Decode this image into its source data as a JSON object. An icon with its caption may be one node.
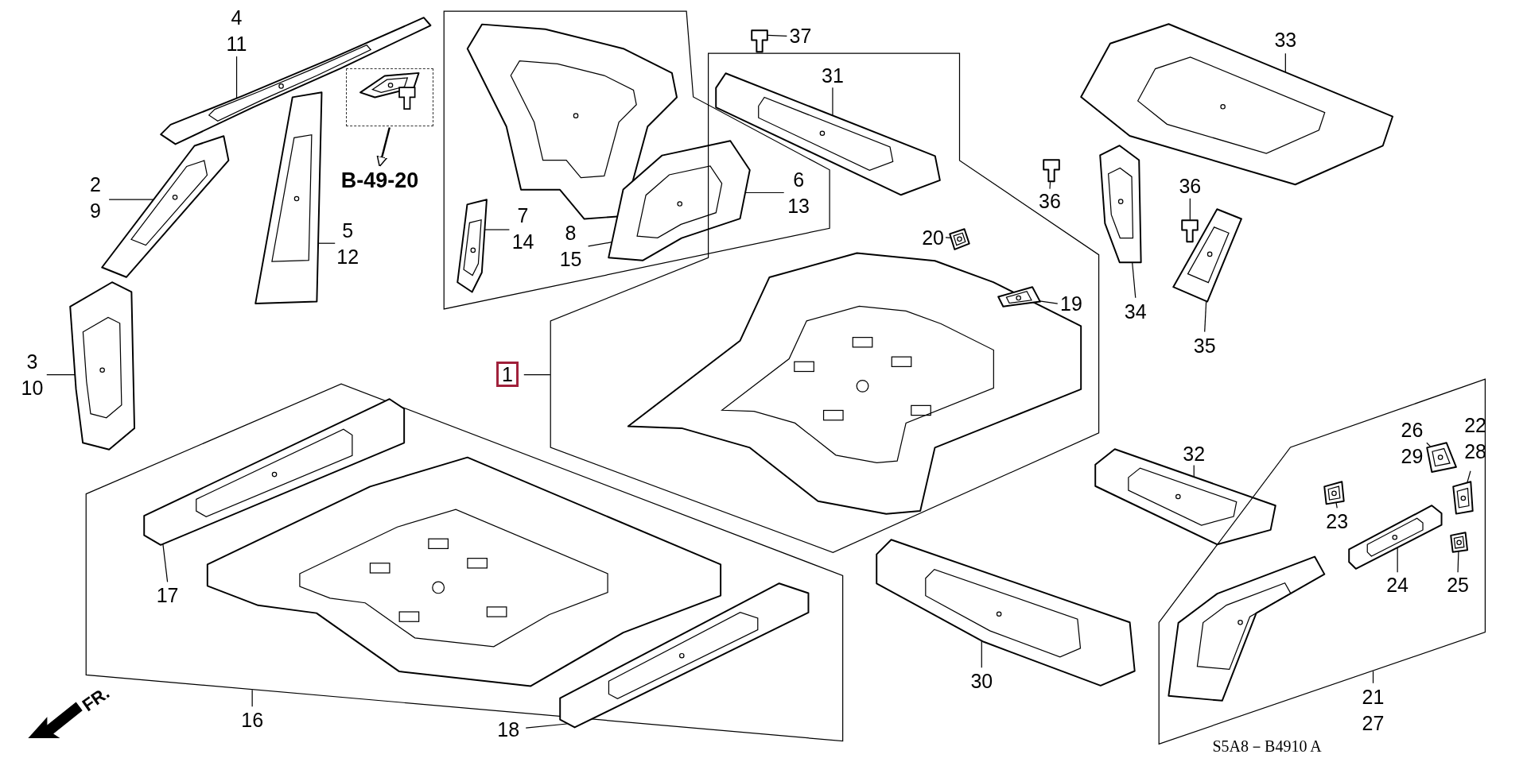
{
  "diagram": {
    "nodes": [
      {
        "text": [
          "4",
          "11"
        ]
      },
      {
        "text": [],
        "shape": "picture"
      },
      {
        "text": [],
        "shape": "box"
      },
      {
        "text": [
          "B-49-20"
        ]
      },
      {
        "text": [
          "2",
          "9"
        ]
      },
      {
        "text": [],
        "shape": "picture"
      },
      {
        "text": [
          "5",
          "12"
        ]
      },
      {
        "text": [],
        "shape": "picture"
      },
      {
        "text": [
          "3",
          "10"
        ]
      },
      {
        "text": [],
        "shape": "picture"
      },
      {
        "text": [],
        "shape": "polygon"
      },
      {
        "text": [
          "7",
          "14"
        ],
        "in": 10
      },
      {
        "text": [],
        "shape": "picture",
        "in": 10
      },
      {
        "text": [
          "8",
          "15"
        ],
        "in": 10
      },
      {
        "text": [],
        "shape": "picture",
        "in": 10
      },
      {
        "text": [
          "6",
          "13"
        ]
      },
      {
        "text": [],
        "shape": "picture"
      },
      {
        "text": [
          "37"
        ]
      },
      {
        "text": [],
        "shape": "polygon"
      },
      {
        "text": [
          "31"
        ],
        "in": 18
      },
      {
        "text": [],
        "shape": "picture",
        "in": 18
      },
      {
        "text": [
          "20"
        ],
        "in": 18
      },
      {
        "text": [],
        "shape": "picture",
        "in": 18
      },
      {
        "text": [
          "19"
        ],
        "in": 18
      },
      {
        "text": [],
        "shape": "picture",
        "in": 18
      },
      {
        "text": [
          "1"
        ]
      },
      {
        "text": [
          "33"
        ]
      },
      {
        "text": [],
        "shape": "picture"
      },
      {
        "text": [
          "36"
        ]
      },
      {
        "text": [],
        "shape": "picture"
      },
      {
        "text": [
          "36"
        ]
      },
      {
        "text": [],
        "shape": "picture"
      },
      {
        "text": [
          "34"
        ]
      },
      {
        "text": [],
        "shape": "picture"
      },
      {
        "text": [
          "35"
        ]
      },
      {
        "text": [],
        "shape": "picture"
      },
      {
        "text": [],
        "shape": "polygon"
      },
      {
        "text": [
          "17"
        ],
        "in": 36
      },
      {
        "text": [],
        "shape": "picture",
        "in": 36
      },
      {
        "text": [
          "18"
        ]
      },
      {
        "text": [],
        "shape": "picture",
        "in": 36
      },
      {
        "text": [
          "16"
        ]
      },
      {
        "text": [
          "32"
        ]
      },
      {
        "text": [],
        "shape": "picture"
      },
      {
        "text": [
          "30"
        ]
      },
      {
        "text": [],
        "shape": "picture"
      },
      {
        "text": [],
        "shape": "polygon"
      },
      {
        "text": [
          "26",
          "29"
        ],
        "in": 46
      },
      {
        "text": [],
        "shape": "picture",
        "in": 46
      },
      {
        "text": [
          "22",
          "28"
        ],
        "in": 46
      },
      {
        "text": [],
        "shape": "picture",
        "in": 46
      },
      {
        "text": [
          "23"
        ],
        "in": 46
      },
      {
        "text": [],
        "shape": "picture",
        "in": 46
      },
      {
        "text": [
          "24"
        ],
        "in": 46
      },
      {
        "text": [],
        "shape": "picture",
        "in": 46
      },
      {
        "text": [
          "25"
        ],
        "in": 46
      },
      {
        "text": [],
        "shape": "picture",
        "in": 46
      },
      {
        "text": [
          "21",
          "27"
        ]
      }
    ],
    "edges": [
      {
        "from": 0,
        "to": 1,
        "arrow": "none"
      },
      {
        "from": 2,
        "to": 3,
        "arrow": "to"
      },
      {
        "from": 4,
        "to": 5,
        "arrow": "none"
      },
      {
        "from": 6,
        "to": 7,
        "arrow": "none"
      },
      {
        "from": 8,
        "to": 9,
        "arrow": "none"
      },
      {
        "from": 11,
        "to": 12,
        "arrow": "none"
      },
      {
        "from": 13,
        "to": 14,
        "arrow": "none"
      },
      {
        "from": 15,
        "to": 14,
        "arrow": "none"
      },
      {
        "from": 17,
        "to": 16,
        "arrow": "none"
      },
      {
        "from": 19,
        "to": 20,
        "arrow": "none"
      },
      {
        "from": 21,
        "to": 22,
        "arrow": "none"
      },
      {
        "from": 23,
        "to": 24,
        "arrow": "none"
      },
      {
        "from": 25,
        "to": 18,
        "arrow": "none"
      },
      {
        "from": 26,
        "to": 27,
        "arrow": "none"
      },
      {
        "from": 28,
        "to": 29,
        "arrow": "none"
      },
      {
        "from": 30,
        "to": 31,
        "arrow": "none"
      },
      {
        "from": 32,
        "to": 33,
        "arrow": "none"
      },
      {
        "from": 34,
        "to": 35,
        "arrow": "none"
      },
      {
        "from": 37,
        "to": 38,
        "arrow": "none"
      },
      {
        "from": 39,
        "to": 40,
        "arrow": "none"
      },
      {
        "from": 41,
        "to": 36,
        "arrow": "none"
      },
      {
        "from": 42,
        "to": 43,
        "arrow": "none"
      },
      {
        "from": 44,
        "to": 45,
        "arrow": "none"
      },
      {
        "from": 47,
        "to": 48,
        "arrow": "none"
      },
      {
        "from": 49,
        "to": 50,
        "arrow": "none"
      },
      {
        "from": 51,
        "to": 52,
        "arrow": "none"
      },
      {
        "from": 53,
        "to": 54,
        "arrow": "none"
      },
      {
        "from": 55,
        "to": 56,
        "arrow": "none"
      },
      {
        "from": 57,
        "to": 46,
        "arrow": "none"
      }
    ],
    "labels": [
      "FR.",
      "S5A8－B4910 A"
    ]
  }
}
